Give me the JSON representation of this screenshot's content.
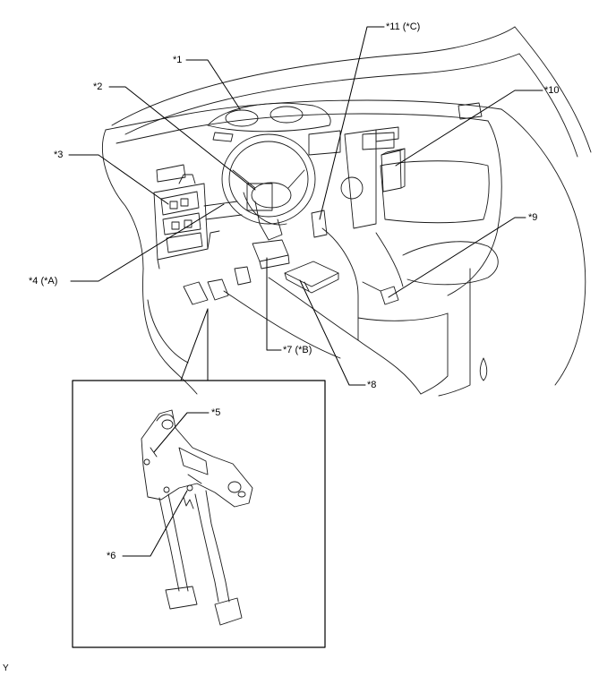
{
  "labels": {
    "l1": "*1",
    "l2": "*2",
    "l3": "*3",
    "l4": "*4 (*A)",
    "l5": "*5",
    "l6": "*6",
    "l7": "*7 (*B)",
    "l8": "*8",
    "l9": "*9",
    "l10": "*10",
    "l11": "*11 (*C)"
  },
  "corner_mark": "Y",
  "colors": {
    "line": "#000000",
    "outline": "#1a1a1a",
    "soft": "#8a8a8a"
  }
}
